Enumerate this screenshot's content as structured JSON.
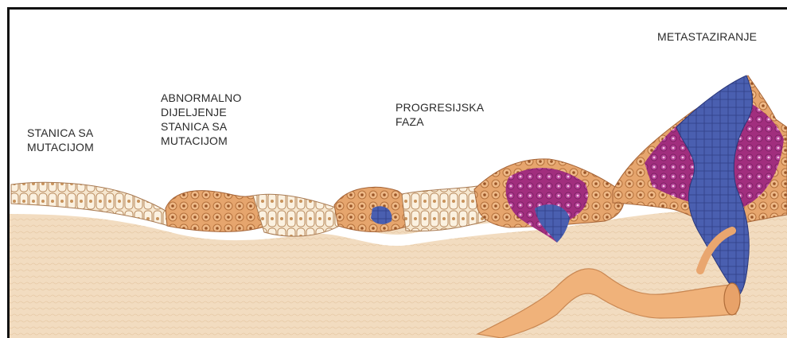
{
  "labels": {
    "mutation": "STANICA SA\nMUTACIJOM",
    "abnormal": "ABNORMALNO\nDIJELJENJE\nSTANICA SA\nMUTACIJOM",
    "progression": "PROGRESIJSKA\nFAZA",
    "metastasis": "METASTAZIRANJE"
  },
  "colors": {
    "tissue": "#f2dcc0",
    "membrane": "#ffffff",
    "normal_cell": "#f7ead2",
    "mutated_cell": "#e3a26a",
    "tumor": "#a12e7e",
    "invasive": "#4a5fb0",
    "vessel": "#f0b27a"
  }
}
